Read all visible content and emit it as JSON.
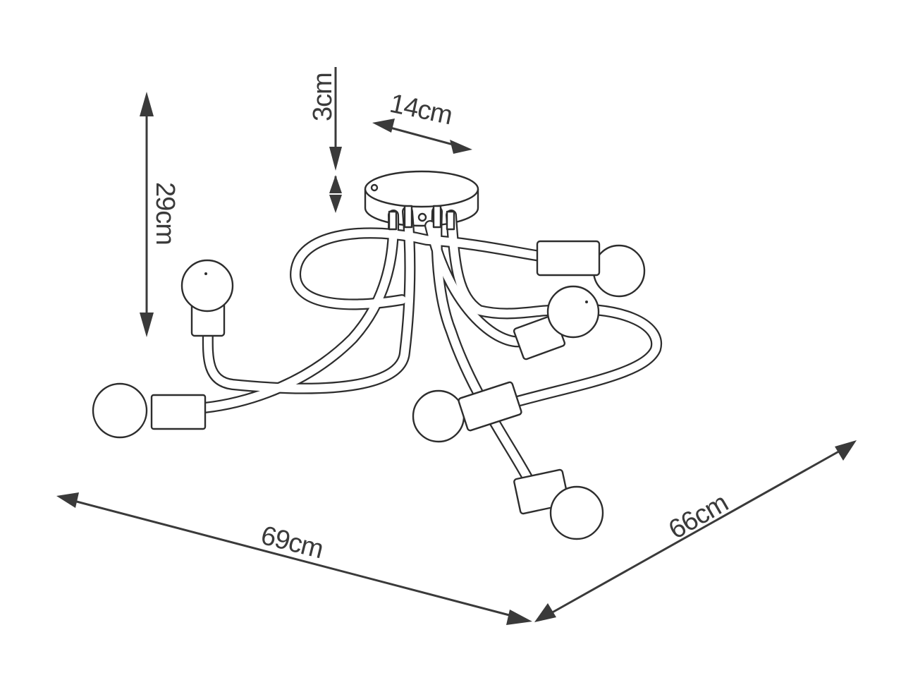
{
  "dimensions": {
    "height_total": "29cm",
    "canopy_height": "3cm",
    "canopy_diameter": "14cm",
    "width": "69cm",
    "depth": "66cm"
  },
  "colors": {
    "line": "#2d2d2d",
    "dimension": "#3a3a3a",
    "background": "#ffffff"
  }
}
